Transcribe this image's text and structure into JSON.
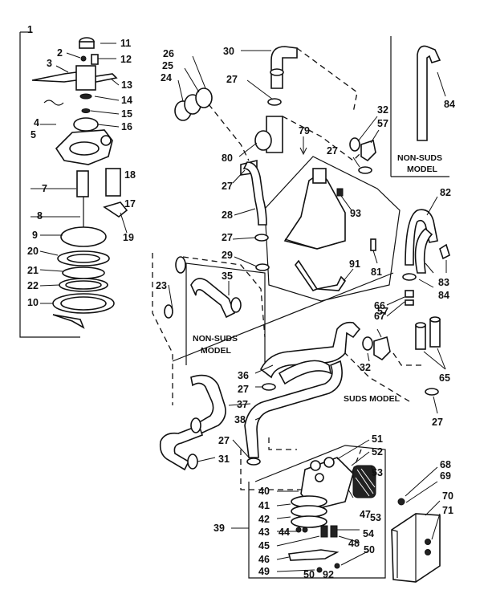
{
  "labels": {
    "n1": "1",
    "n2": "2",
    "n3": "3",
    "n4": "4",
    "n5": "5",
    "n7": "7",
    "n8": "8",
    "n9": "9",
    "n10": "10",
    "n11": "11",
    "n12": "12",
    "n13": "13",
    "n14": "14",
    "n15": "15",
    "n16": "16",
    "n17": "17",
    "n18": "18",
    "n19": "19",
    "n20": "20",
    "n21": "21",
    "n22": "22",
    "n23": "23",
    "n24": "24",
    "n25": "25",
    "n26": "26",
    "n27a": "27",
    "n27b": "27",
    "n27c": "27",
    "n27d": "27",
    "n27e": "27",
    "n27f": "27",
    "n27g": "27",
    "n28": "28",
    "n29": "29",
    "n30": "30",
    "n31": "31",
    "n32a": "32",
    "n32b": "32",
    "n35": "35",
    "n36": "36",
    "n37": "37",
    "n38": "38",
    "n39": "39",
    "n40": "40",
    "n41": "41",
    "n42": "42",
    "n43": "43",
    "n44": "44",
    "n45": "45",
    "n46": "46",
    "n47": "47",
    "n48": "48",
    "n49": "49",
    "n50a": "50",
    "n50b": "50",
    "n51": "51",
    "n52": "52",
    "n53": "53",
    "n54": "54",
    "n57a": "57",
    "n57b": "57",
    "n65": "65",
    "n66": "66",
    "n67": "67",
    "n68": "68",
    "n69": "69",
    "n70": "70",
    "n71": "71",
    "n79": "79",
    "n80": "80",
    "n81": "81",
    "n82": "82",
    "n83": "83",
    "n84a": "84",
    "n84b": "84",
    "n91": "91",
    "n92": "92",
    "n93": "93"
  },
  "captions": {
    "non_suds_right_1": "NON-SUDS",
    "non_suds_right_2": "MODEL",
    "non_suds_left_1": "NON-SUDS",
    "non_suds_left_2": "MODEL",
    "suds_model": "SUDS MODEL"
  }
}
